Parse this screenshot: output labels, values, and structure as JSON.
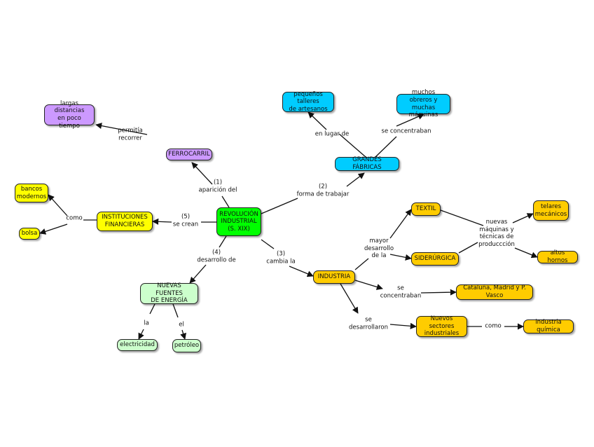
{
  "colors": {
    "root": "#00ff00",
    "ferrocarril": "#cc99ff",
    "fabricas": "#00ccff",
    "instituciones": "#ffff00",
    "industria": "#ffcc00",
    "energia": "#ccffcc"
  },
  "nodes": {
    "root": "REVOLUCIÓN\nINDUSTRIAL\n(S. XIX)",
    "ferrocarril": "FERROCARRIL",
    "largas": "largas distancias\nen poco tiempo",
    "fabricas": "GRANDES FÁBRICAS",
    "talleres": "pequeños talleres\nde artesanos",
    "obreros": "muchos obreros y\nmuchas máquinas",
    "instituciones": "INSTITUCIONES\nFINANCIERAS",
    "bancos": "bancos\nmodernos",
    "bolsa": "bolsa",
    "energia": "NUEVAS FUENTES\nDE ENERGÍA",
    "electricidad": "electricidad",
    "petroleo": "petróleo",
    "industria": "INDUSTRIA",
    "textil": "TEXTIL",
    "siderurgica": "SIDERÚRGICA",
    "telares": "telares\nmecánicos",
    "altos": "altos hornos",
    "cataluna": "Cataluña, Madrid y P. Vasco",
    "sectores": "Nuevos sectores\nindustriales",
    "quimica": "industria química"
  },
  "labels": {
    "aparicion": "(1)\naparición del",
    "permitia": "permitía\nrecorrer",
    "forma": "(2)\nforma de trabajar",
    "en_lugar": "en lugar de",
    "se_concentraban_1": "se concentraban",
    "se_crean": "(5)\nse crean",
    "como_1": "como",
    "desarrollo": "(4)\ndesarrollo de",
    "la": "la",
    "el": "el",
    "cambia": "(3)\ncambia la",
    "mayor": "mayor\ndesarrollo\nde la",
    "nuevas": "nuevas\nmáquinas y\ntécnicas de\nproduccción",
    "se_concentraban_2": "se\nconcentraban",
    "se_desarrollaron": "se\ndesarrollaron",
    "como_2": "como"
  }
}
